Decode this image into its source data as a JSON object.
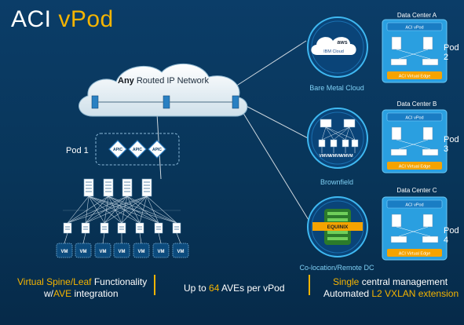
{
  "title": {
    "prefix": "ACI",
    "accent": "vPod"
  },
  "cloud": {
    "bold": "Any",
    "rest": " Routed IP Network"
  },
  "pod1": {
    "label": "Pod 1",
    "apics": [
      "APIC",
      "APIC",
      "APIC"
    ],
    "vm_label": "VM"
  },
  "sites": [
    {
      "label": "Bare Metal Cloud",
      "logos": [
        "aws",
        "IBM Cloud"
      ]
    },
    {
      "label": "Brownfield"
    },
    {
      "label": "Co-location/Remote DC",
      "logo": "EQUINIX"
    }
  ],
  "datacenters": [
    {
      "title": "Data Center A",
      "vpod": "ACI vPod",
      "edge": "ACI Virtual Edge",
      "pod": "Pod 2"
    },
    {
      "title": "Data Center B",
      "vpod": "ACI vPod",
      "edge": "ACI Virtual Edge",
      "pod": "Pod 3"
    },
    {
      "title": "Data Center C",
      "vpod": "ACI vPod",
      "edge": "ACI Virtual Edge",
      "pod": "Pod 4"
    }
  ],
  "footer": {
    "left": {
      "accent1": "Virtual Spine/Leaf",
      "text1": " Functionality",
      "text2": "w/",
      "accent2": "AVE",
      "text3": " integration"
    },
    "middle": {
      "text1": "Up to ",
      "accent": "64",
      "text2": " AVEs per vPod"
    },
    "right": {
      "accent1": "Single",
      "text1": " central management",
      "text2": "Automated ",
      "accent2": "L2 VXLAN extension"
    }
  },
  "colors": {
    "background": "#083559",
    "accent": "#f5b400",
    "cyan": "#7fd0f5",
    "dc_card": "#2a9fe0"
  }
}
